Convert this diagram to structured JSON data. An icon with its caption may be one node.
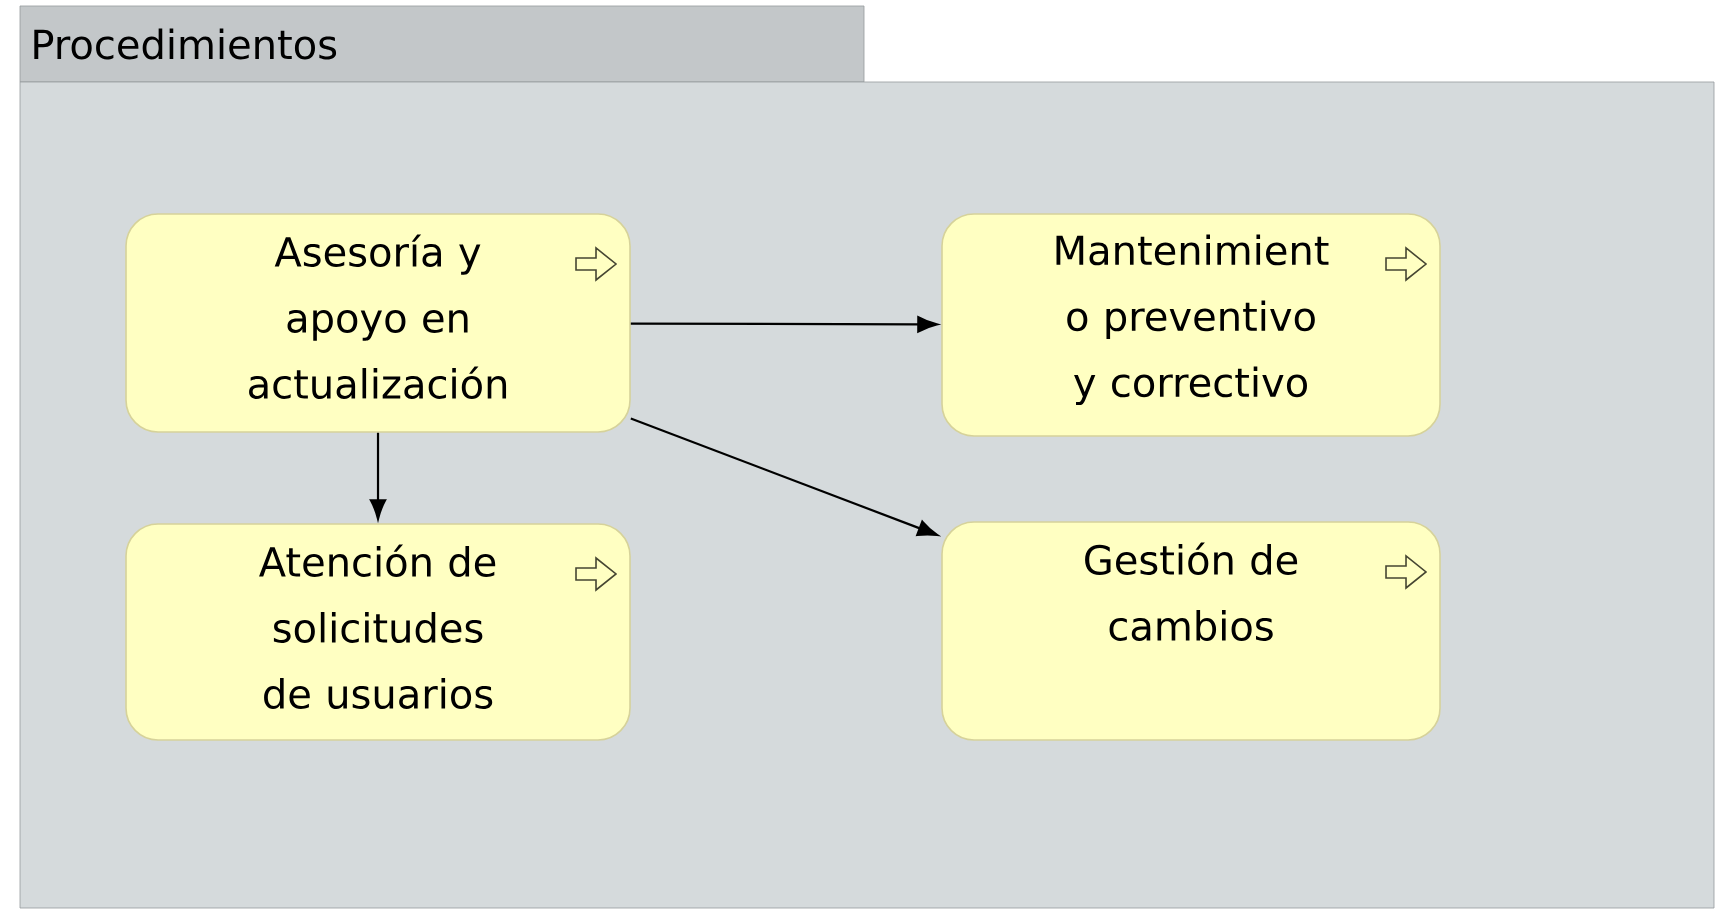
{
  "diagram": {
    "nodes": [
      {
        "text": [
          "Procedimientos"
        ]
      },
      {
        "text": [
          "Asesoría y apoyo en actualización"
        ],
        "in": 0
      },
      {
        "text": [
          "Mantenimient o preventivo y correctivo"
        ],
        "in": 0
      },
      {
        "text": [
          "Atención de solicitudes de usuarios"
        ],
        "in": 0
      },
      {
        "text": [
          "Gestión de cambios"
        ],
        "in": 0
      }
    ],
    "edges": [
      {
        "from": 1,
        "to": 2,
        "arrow": "to"
      },
      {
        "from": 1,
        "to": 3,
        "arrow": "to"
      },
      {
        "from": 1,
        "to": 4,
        "arrow": "to"
      }
    ]
  }
}
